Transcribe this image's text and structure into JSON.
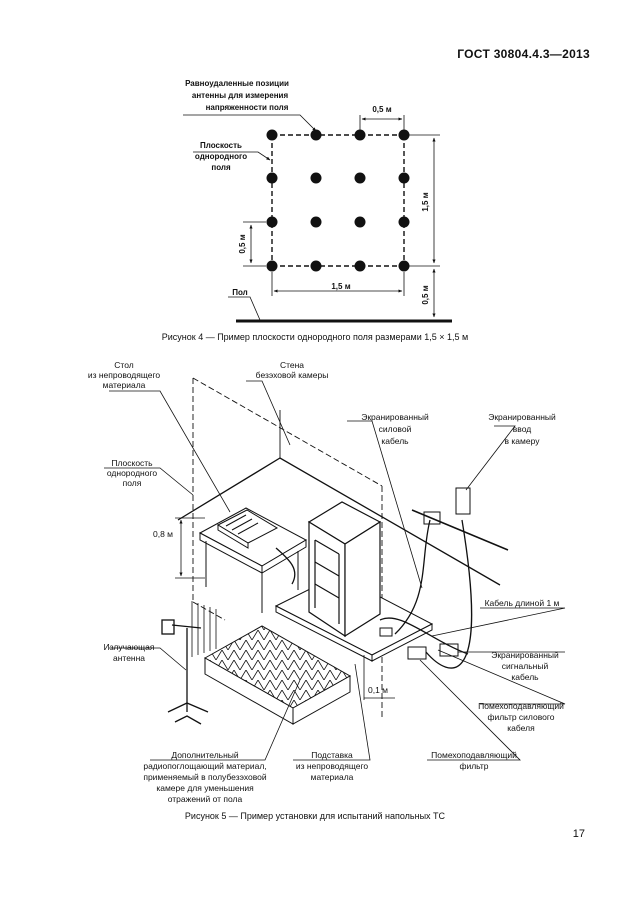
{
  "header": {
    "doc_number": "ГОСТ 30804.4.3—2013"
  },
  "figure4": {
    "label_positions": [
      "Равноудаленные позиции",
      "антенны для измерения",
      "напряженности поля"
    ],
    "label_plane": [
      "Плоскость",
      "однородного",
      "поля"
    ],
    "label_floor": "Пол",
    "dim_top": "0,5 м",
    "dim_right": "1,5 м",
    "dim_left": "0,5 м",
    "dim_bottom": "1,5 м",
    "dim_floor": "0,5 м",
    "caption": "Рисунок 4 — Пример плоскости однородного поля размерами 1,5 × 1,5 м"
  },
  "figure5": {
    "label_table": [
      "Стол",
      "из непроводящего",
      "материала"
    ],
    "label_wall": [
      "Стена",
      "безэховой камеры"
    ],
    "label_power_cable": [
      "Экранированный",
      "силовой",
      "кабель"
    ],
    "label_entry": [
      "Экранированный",
      "ввод",
      "в камеру"
    ],
    "label_plane": [
      "Плоскость",
      "однородного",
      "поля"
    ],
    "dim_height": "0,8 м",
    "label_cable_length": "Кабель длиной 1 м",
    "label_antenna": [
      "Излучающая",
      "антенна"
    ],
    "label_signal_cable": [
      "Экранированный",
      "сигнальный",
      "кабель"
    ],
    "dim_support": "0,1 м",
    "label_power_filter": [
      "Помехоподавляющий",
      "фильтр силового",
      "кабеля"
    ],
    "label_absorber": [
      "Дополнительный",
      "радиопоглощающий материал,",
      "применяемый в полубезэховой",
      "камере для уменьшения",
      "отражений от пола"
    ],
    "label_support": [
      "Подставка",
      "из непроводящего",
      "материала"
    ],
    "label_filter": [
      "Помехоподавляющий",
      "фильтр"
    ],
    "caption": "Рисунок  5 — Пример  установки  для испытаний напольных ТС"
  },
  "page_number": "17"
}
